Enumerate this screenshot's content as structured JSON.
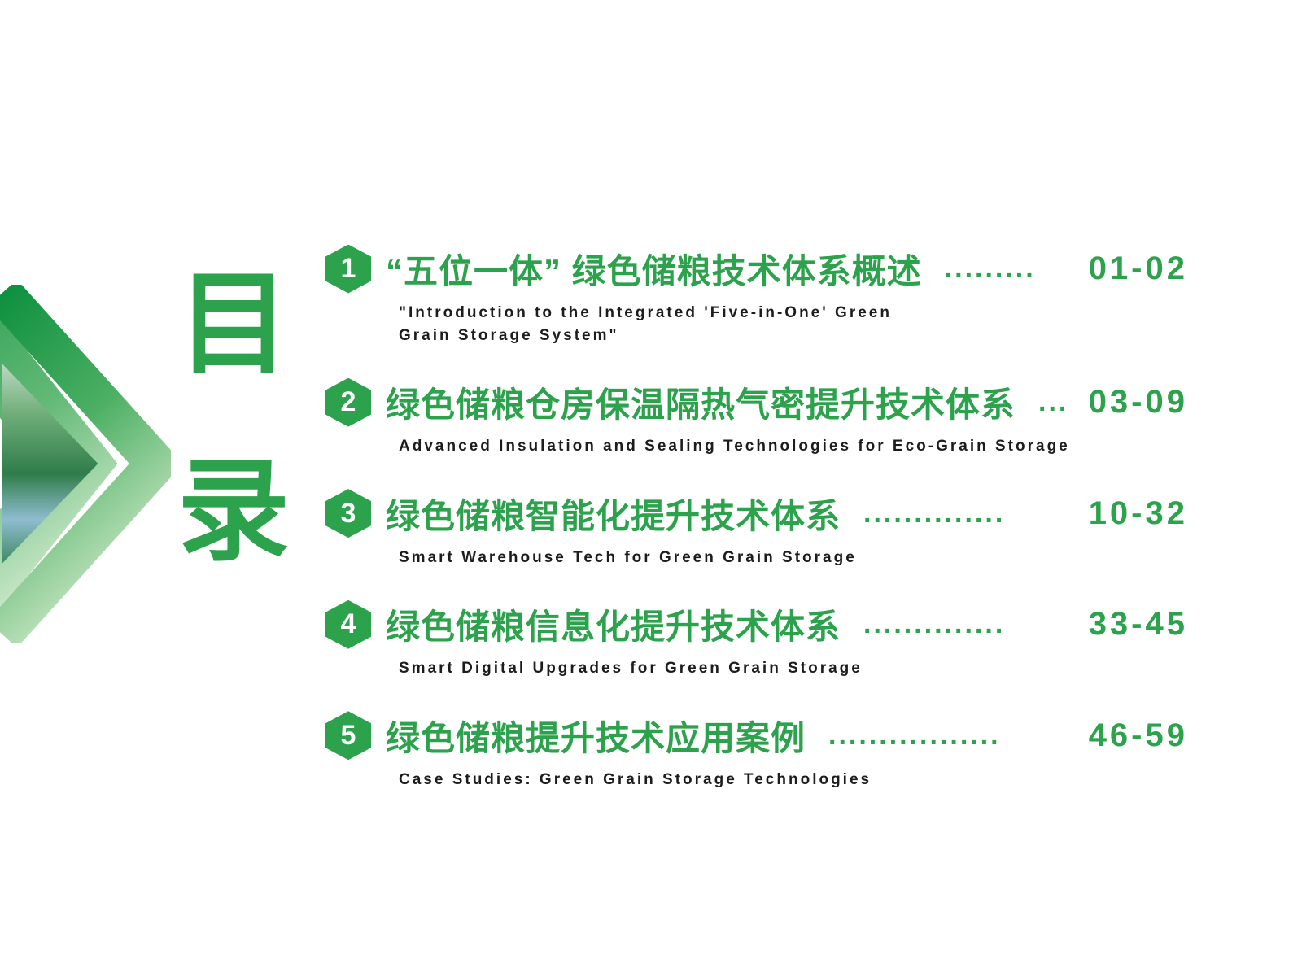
{
  "colors": {
    "accent": "#2ba24b",
    "gradient_dark": "#0e9040",
    "gradient_light": "#c8e6c3",
    "subtitle_text": "#1c1c1c"
  },
  "page": {
    "vertical_title": {
      "char1": "目",
      "char2": "录"
    }
  },
  "toc": {
    "entries": [
      {
        "number": "1",
        "title": "“五位一体” 绿色储粮技术体系概述",
        "dots": ".........",
        "pages": "01-02",
        "subtitle": "\"Introduction to the Integrated 'Five-in-One' Green Grain Storage System\""
      },
      {
        "number": "2",
        "title": "绿色储粮仓房保温隔热气密提升技术体系",
        "dots": "...",
        "pages": "03-09",
        "subtitle": "Advanced Insulation and Sealing Technologies for Eco-Grain Storage"
      },
      {
        "number": "3",
        "title": "绿色储粮智能化提升技术体系",
        "dots": "..............",
        "pages": "10-32",
        "subtitle": "Smart Warehouse Tech for Green Grain Storage"
      },
      {
        "number": "4",
        "title": "绿色储粮信息化提升技术体系",
        "dots": "..............",
        "pages": "33-45",
        "subtitle": "Smart Digital Upgrades for Green Grain Storage"
      },
      {
        "number": "5",
        "title": "绿色储粮提升技术应用案例",
        "dots": ".................",
        "pages": "46-59",
        "subtitle": "Case Studies: Green Grain Storage Technologies"
      }
    ]
  }
}
